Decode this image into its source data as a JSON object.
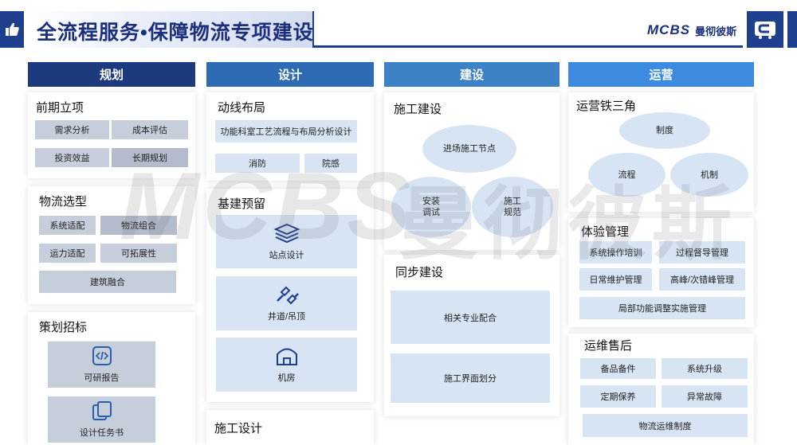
{
  "header": {
    "title": "全流程服务•保障物流专项建设",
    "logo_mark": "MCBS",
    "logo_cn": "曼彻彼斯"
  },
  "watermark": {
    "latin": "MCBS",
    "cn": "曼彻彼斯"
  },
  "columns": [
    {
      "label": "规划",
      "color": "#1e3a7e"
    },
    {
      "label": "设计",
      "color": "#2d6bb4"
    },
    {
      "label": "建设",
      "color": "#3d81c6"
    },
    {
      "label": "运营",
      "color": "#3d8be0"
    }
  ],
  "plan": {
    "s1_title": "前期立项",
    "s1_items": [
      "需求分析",
      "成本评估",
      "投资效益",
      "长期规划"
    ],
    "s2_title": "物流选型",
    "s2_items": [
      "系统适配",
      "物流组合",
      "运力适配",
      "可拓展性",
      "建筑融合"
    ],
    "s3_title": "策划招标",
    "s3_items": [
      "可研报告",
      "设计任务书"
    ]
  },
  "design": {
    "s1_title": "动线布局",
    "s1_items": [
      "功能科室工艺流程与布局分析设计",
      "消防",
      "院感"
    ],
    "s2_title": "基建预留",
    "s2_items": [
      "站点设计",
      "井道/吊顶",
      "机房"
    ],
    "s3_title": "施工设计"
  },
  "build": {
    "s1_title": "施工建设",
    "s1_items": [
      "进场施工节点",
      "安装\n调试",
      "施工\n规范"
    ],
    "s2_title": "同步建设",
    "s2_items": [
      "相关专业配合",
      "施工界面划分"
    ]
  },
  "operate": {
    "s1_title": "运营铁三角",
    "s1_items": [
      "制度",
      "流程",
      "机制"
    ],
    "s2_title": "体验管理",
    "s2_items": [
      "系统操作培训",
      "过程督导管理",
      "日常维护管理",
      "高峰/次错峰管理",
      "局部功能调整实施管理"
    ],
    "s3_title": "运维售后",
    "s3_items": [
      "备品备件",
      "系统升级",
      "定期保养",
      "异常故障",
      "物流运维制度"
    ]
  }
}
